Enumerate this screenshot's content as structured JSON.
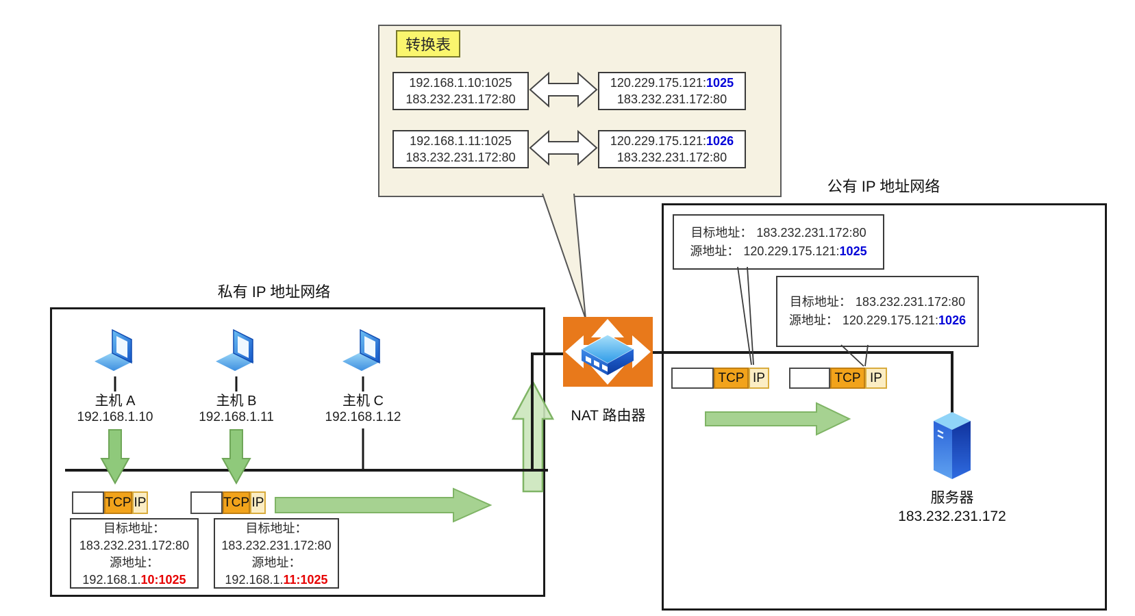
{
  "translation_table": {
    "title": "转换表",
    "rows": [
      {
        "private_addr": "192.168.1.10:1025",
        "private_dest": "183.232.231.172:80",
        "public_prefix": "120.229.175.121:",
        "public_port": "1025",
        "public_dest": "183.232.231.172:80"
      },
      {
        "private_addr": "192.168.1.11:1025",
        "private_dest": "183.232.231.172:80",
        "public_prefix": "120.229.175.121:",
        "public_port": "1026",
        "public_dest": "183.232.231.172:80"
      }
    ]
  },
  "private_network": {
    "label": "私有 IP 地址网络",
    "hosts": [
      {
        "name": "主机 A",
        "ip": "192.168.1.10"
      },
      {
        "name": "主机 B",
        "ip": "192.168.1.11"
      },
      {
        "name": "主机 C",
        "ip": "192.168.1.12"
      }
    ],
    "packets": [
      {
        "tcp_label": "TCP",
        "ip_label": "IP",
        "dest_title": "目标地址：",
        "dest": "183.232.231.172:80",
        "src_title": "源地址：",
        "src_prefix": "192.168.1.",
        "src_highlight": "10:1025"
      },
      {
        "tcp_label": "TCP",
        "ip_label": "IP",
        "dest_title": "目标地址：",
        "dest": "183.232.231.172:80",
        "src_title": "源地址：",
        "src_prefix": "192.168.1.",
        "src_highlight": "11:1025"
      }
    ]
  },
  "nat_router": {
    "label": "NAT 路由器",
    "icon": "router-icon"
  },
  "public_network": {
    "label": "公有 IP 地址网络",
    "callouts": [
      {
        "dest_title": "目标地址：",
        "dest": "183.232.231.172:80",
        "src_title": "源地址：",
        "src_prefix": "120.229.175.121:",
        "src_port": "1025"
      },
      {
        "dest_title": "目标地址：",
        "dest": "183.232.231.172:80",
        "src_title": "源地址：",
        "src_prefix": "120.229.175.121:",
        "src_port": "1026"
      }
    ],
    "packets": [
      {
        "tcp_label": "TCP",
        "ip_label": "IP"
      },
      {
        "tcp_label": "TCP",
        "ip_label": "IP"
      }
    ],
    "server": {
      "name": "服务器",
      "ip": "183.232.231.172",
      "icon": "server-icon"
    }
  },
  "icons": {
    "host": "laptop-icon",
    "nat": "router-icon",
    "server": "server-icon"
  },
  "colors": {
    "table_bg": "#F6F2E2",
    "title_bg": "#FAF66E",
    "tcp_bg": "#F2A31B",
    "ip_bg": "#FBEDC4",
    "nat_orange": "#E8791B",
    "arrow_green": "#A6D291",
    "arrow_green_light": "#CBE5BB",
    "arrow_green_dark": "#8FC97B",
    "port_blue": "#0000D8",
    "highlight_red": "#E60000"
  }
}
